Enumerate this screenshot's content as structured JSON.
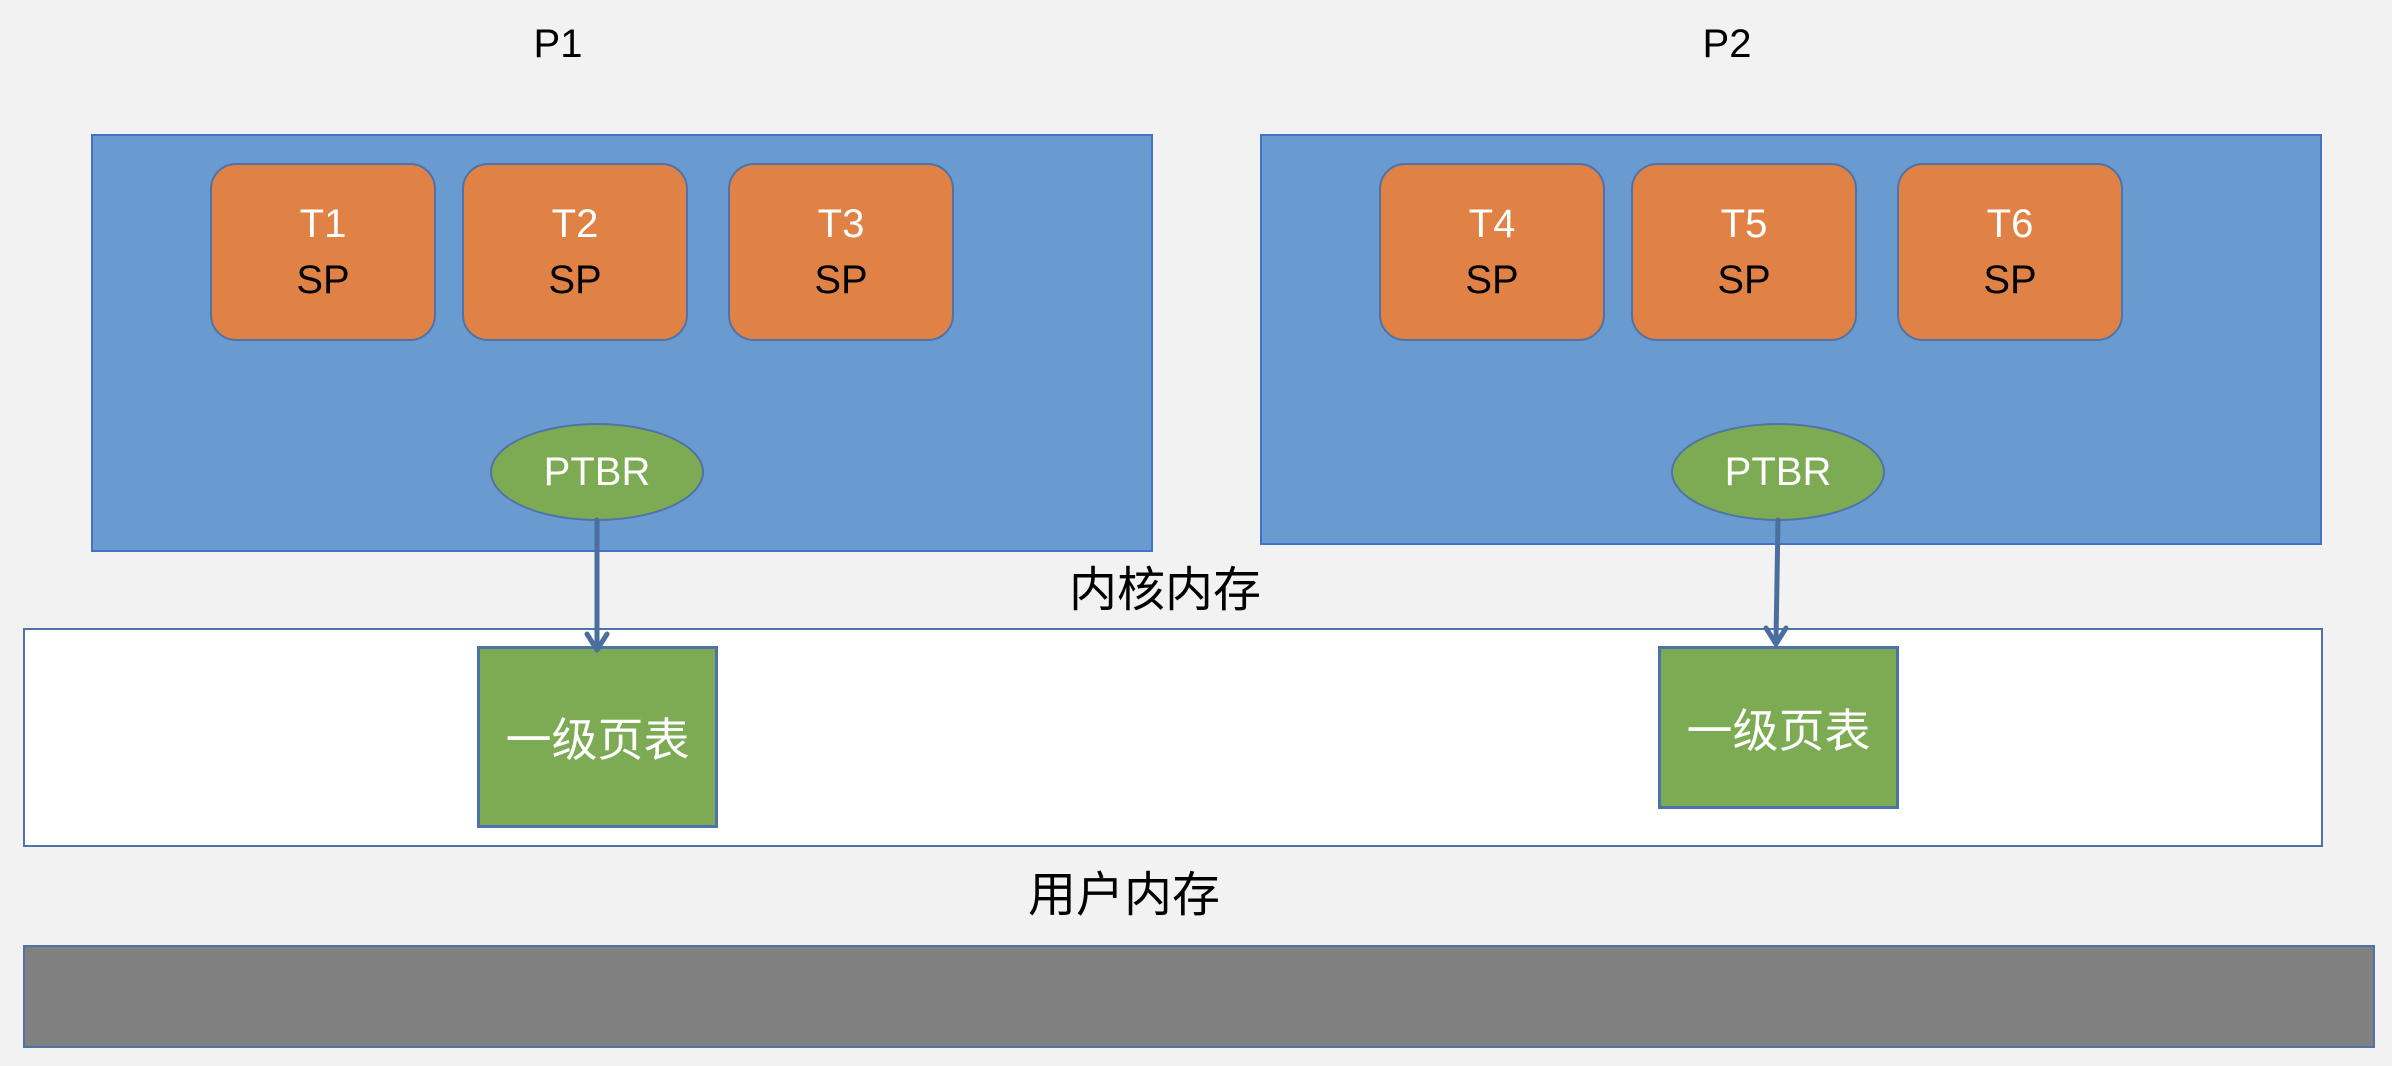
{
  "processes": [
    {
      "label": "P1",
      "threads": [
        {
          "name": "T1",
          "reg": "SP"
        },
        {
          "name": "T2",
          "reg": "SP"
        },
        {
          "name": "T3",
          "reg": "SP"
        }
      ],
      "ptbr": "PTBR",
      "page_table": "一级页表"
    },
    {
      "label": "P2",
      "threads": [
        {
          "name": "T4",
          "reg": "SP"
        },
        {
          "name": "T5",
          "reg": "SP"
        },
        {
          "name": "T6",
          "reg": "SP"
        }
      ],
      "ptbr": "PTBR",
      "page_table": "一级页表"
    }
  ],
  "regions": {
    "kernel_memory": "内核内存",
    "user_memory": "用户内存"
  },
  "colors": {
    "background": "#f2f2f2",
    "process_box": "#6a9bd0",
    "thread": "#e08246",
    "ptbr": "#7dab54",
    "page_table": "#7dab54",
    "user_memory": "#808080",
    "border": "#4f72a8"
  }
}
